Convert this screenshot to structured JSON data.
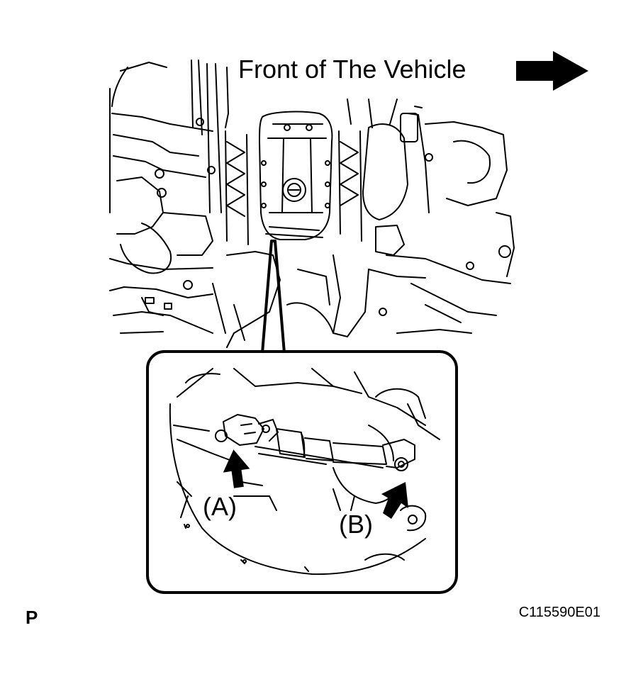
{
  "diagram": {
    "direction_label": "Front of The Vehicle",
    "direction_icon": "arrow-right-icon",
    "callout_a": "(A)",
    "callout_b": "(B)",
    "corner_mark": "P",
    "figure_code": "C115590E01"
  }
}
